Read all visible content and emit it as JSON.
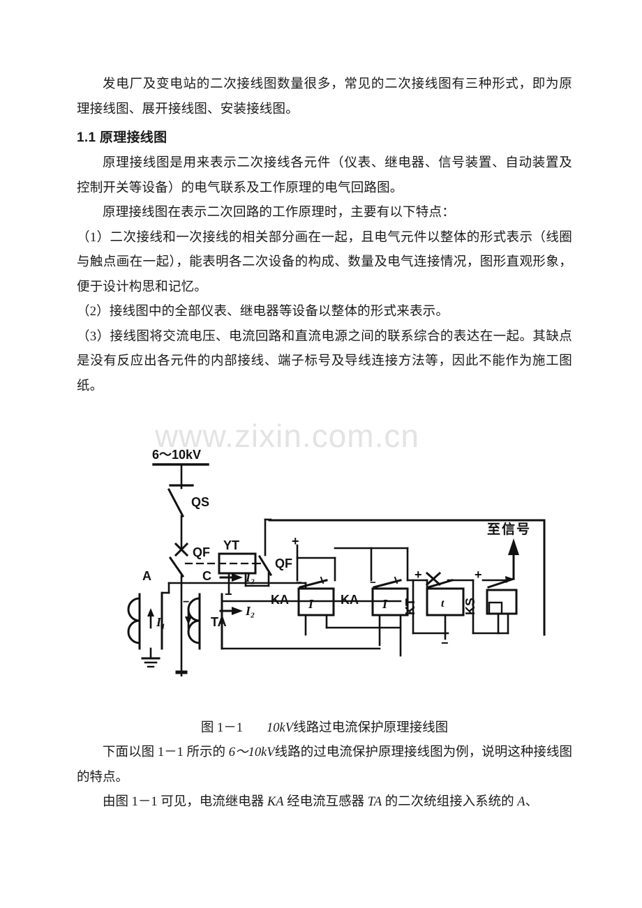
{
  "document": {
    "paragraphs": [
      {
        "id": "intro",
        "text": "发电厂及变电站的二次接线图数量很多，常见的二次接线图有三种形式，即为原理接线图、展开接线图、安装接线图。"
      }
    ],
    "section_heading": "1.1 原理接线图",
    "body": [
      {
        "id": "p-definition",
        "text": "原理接线图是用来表示二次接线各元件（仪表、继电器、信号装置、自动装置及控制开关等设备）的电气联系及工作原理的电气回路图。"
      },
      {
        "id": "p-features-lead",
        "text": "原理接线图在表示二次回路的工作原理时，主要有以下特点："
      },
      {
        "id": "p-item-1",
        "text": "（1）二次接线和一次接线的相关部分画在一起，且电气元件以整体的形式表示（线圈与触点画在一起），能表明各二次设备的构成、数量及电气连接情况，图形直观形象，便于设计构思和记忆。"
      },
      {
        "id": "p-item-2",
        "text": "（2）接线图中的全部仪表、继电器等设备以整体的形式来表示。"
      },
      {
        "id": "p-item-3",
        "text": "（3）接线图将交流电压、电流回路和直流电源之间的联系综合的表达在一起。其缺点是没有反应出各元件的内部接线、端子标号及导线连接方法等，因此不能作为施工图纸。"
      }
    ],
    "after_figure": [
      {
        "id": "p-example",
        "pre": "下面以图 1－1 所示的 ",
        "italic": "6～10kV",
        "post": "线路的过电流保护原理接线图为例，说明这种接线图的特点。"
      },
      {
        "id": "p-conclusion",
        "pre": "由图 1－1 可见，电流继电器 ",
        "italic": "KA",
        "mid": " 经电流互感器 ",
        "italic2": "TA",
        "post": " 的二次统组接入系统的 ",
        "italic3": "A",
        "tail": "、"
      }
    ]
  },
  "figure": {
    "watermark": "www.zixin.com.cn",
    "caption_number": "图 1－1",
    "caption_title_italic": "10kV",
    "caption_title_zh": "线路过电流保护原理接线图",
    "labels": {
      "voltage": "6～10kV",
      "disconnector": "QS",
      "breaker": "QF",
      "trip_coil": "YT",
      "breaker_aux": "QF",
      "current_relay_1": "KA",
      "current_relay_2": "KA",
      "relay_symbol": "I",
      "time_relay": "KT",
      "time_symbol": "t",
      "signal_relay": "KS",
      "to_signal": "至信号",
      "phase_a": "A",
      "phase_c": "C",
      "ct": "TA",
      "primary_current": "I₁",
      "secondary_current_1": "I₂",
      "secondary_current_2": "I₂",
      "plus_1": "+",
      "plus_2": "+",
      "plus_3": "+",
      "minus_1": "−",
      "minus_2": "−",
      "minus_3": "−",
      "minus_4": "−",
      "minus_5": "−"
    },
    "colors": {
      "ink": "#111111",
      "watermark": "#e3e3e3",
      "paper": "#ffffff"
    }
  }
}
